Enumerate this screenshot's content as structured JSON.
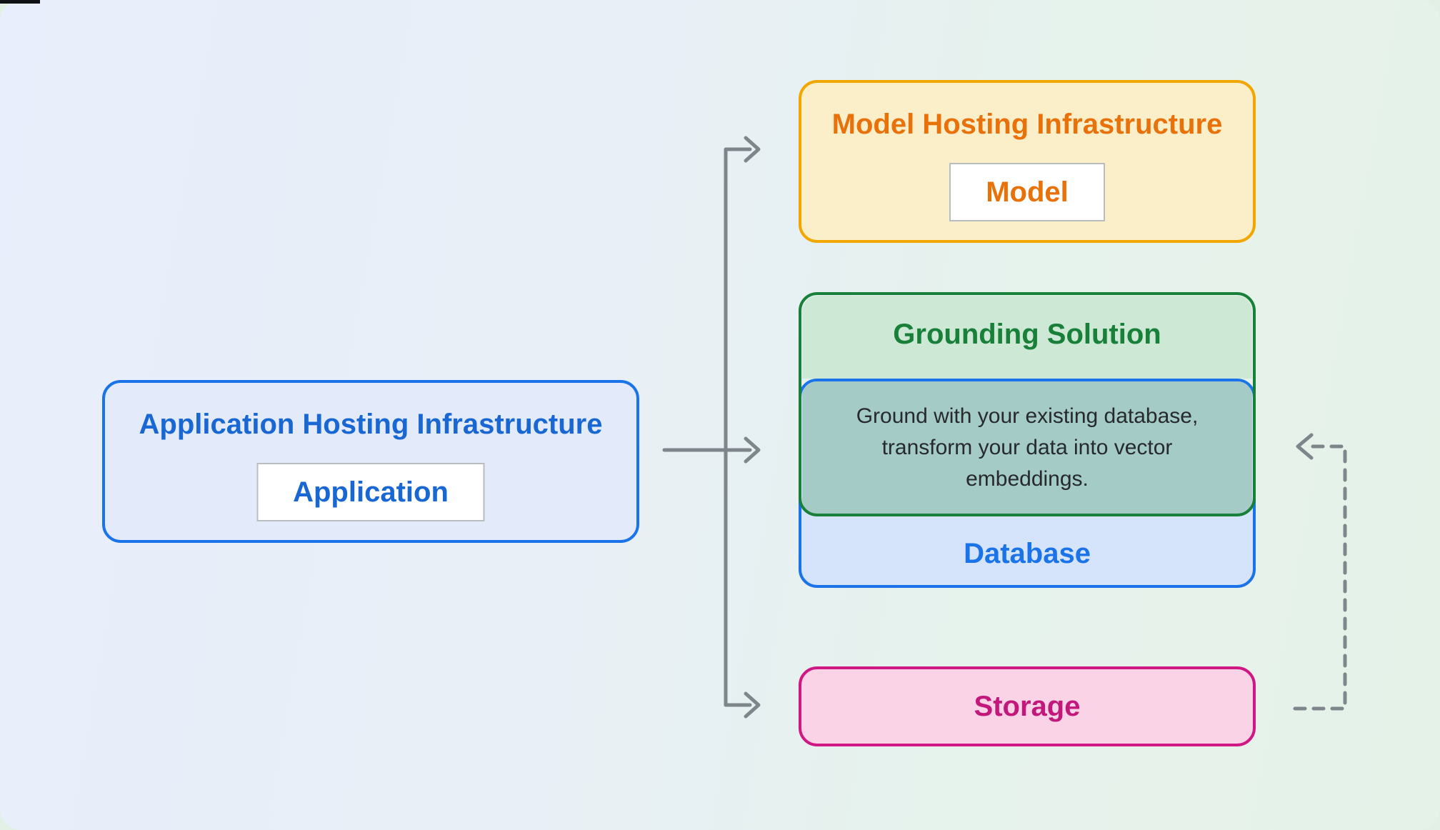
{
  "nodes": {
    "application": {
      "title": "Application Hosting Infrastructure",
      "label": "Application"
    },
    "model": {
      "title": "Model Hosting Infrastructure",
      "label": "Model"
    },
    "grounding": {
      "title": "Grounding Solution",
      "description": "Ground with your existing database, transform your data into vector embeddings."
    },
    "database": {
      "label": "Database"
    },
    "storage": {
      "label": "Storage"
    }
  },
  "colors": {
    "blue_border": "#1A73E8",
    "blue_text": "#1967D2",
    "yellow_border": "#F2A600",
    "orange_text": "#E8710A",
    "green_border": "#188038",
    "green_text": "#188038",
    "pink_border": "#D01884",
    "pink_text": "#C2187B",
    "teal_overlap_fill": "#A4CBC5",
    "arrow_gray": "#7E858B",
    "background_left": "#E8EEFB",
    "background_right": "#E5F2E8"
  }
}
